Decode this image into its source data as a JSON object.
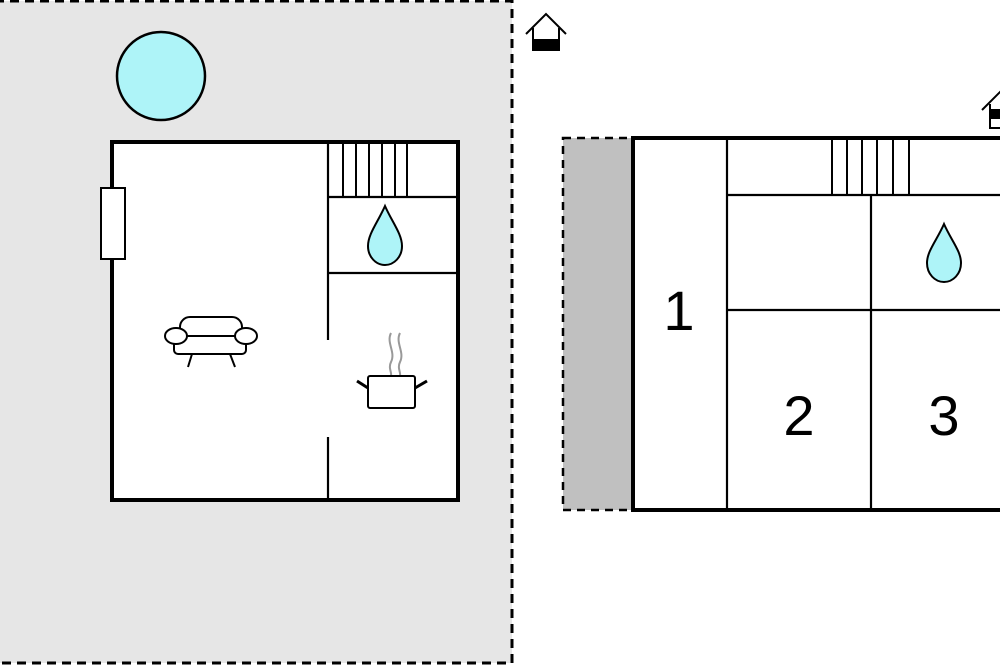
{
  "colors": {
    "background": "#ffffff",
    "terrace": "#e6e6e6",
    "veranda": "#c0c0c0",
    "wall": "#000000",
    "water": "#aef4f8",
    "steam": "#999999"
  },
  "icons": {
    "pool": "pool-circle-icon",
    "bathroom": "water-drop-icon",
    "living": "sofa-icon",
    "kitchen": "cooking-pot-icon",
    "stairs": "stairs-icon",
    "floor": "house-floor-icon"
  },
  "rooms": {
    "bedroom_1": "1",
    "bedroom_2": "2",
    "bedroom_3": "3"
  }
}
